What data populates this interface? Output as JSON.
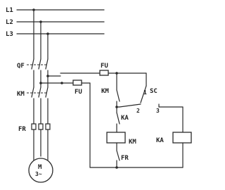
{
  "diagram": {
    "lines": {
      "l1": "L1",
      "l2": "L2",
      "l3": "L3"
    },
    "components": {
      "qf": "QF",
      "km_main": "KM",
      "fr_main": "FR",
      "motor_top": "M",
      "motor_bottom": "3~",
      "fu_left": "FU",
      "fu_top": "FU",
      "km_aux": "KM",
      "sc": "SC",
      "sc_pos1": "1",
      "sc_pos2": "2",
      "sc_pos3": "3",
      "ka_contact": "KA",
      "km_coil": "KM",
      "fr_contact": "FR",
      "ka_coil": "KA"
    }
  }
}
